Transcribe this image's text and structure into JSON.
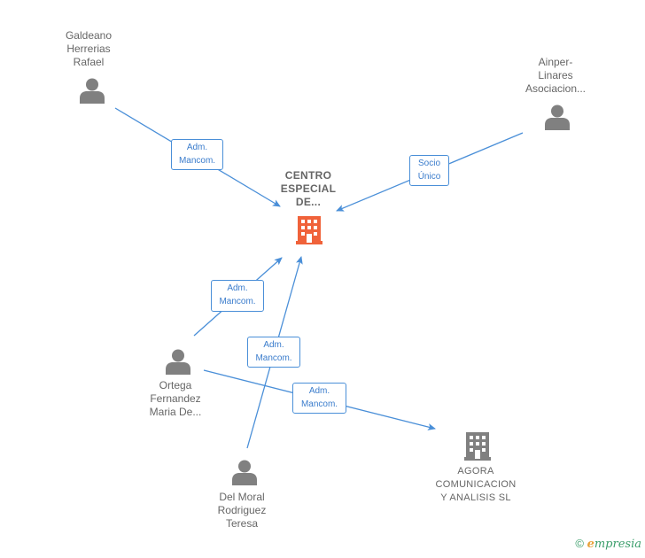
{
  "nodes": {
    "center": {
      "label_lines": [
        "CENTRO",
        "ESPECIAL",
        "DE..."
      ],
      "icon": "building-icon",
      "color": "#f0623a"
    },
    "galdeano": {
      "label_lines": [
        "Galdeano",
        "Herrerias",
        "Rafael"
      ],
      "icon": "person-icon"
    },
    "ainper": {
      "label_lines": [
        "Ainper-",
        "Linares",
        "Asociacion..."
      ],
      "icon": "person-icon"
    },
    "ortega": {
      "label_lines": [
        "Ortega",
        "Fernandez",
        "Maria De..."
      ],
      "icon": "person-icon"
    },
    "delmoral": {
      "label_lines": [
        "Del Moral",
        "Rodriguez",
        "Teresa"
      ],
      "icon": "person-icon"
    },
    "agora": {
      "label_lines": [
        "AGORA",
        "COMUNICACION",
        "Y ANALISIS SL"
      ],
      "icon": "building-icon",
      "color": "#808080"
    }
  },
  "edges": [
    {
      "from": "galdeano",
      "to": "center",
      "label_lines": [
        "Adm.",
        "Mancom."
      ]
    },
    {
      "from": "ainper",
      "to": "center",
      "label_lines": [
        "Socio",
        "Único"
      ]
    },
    {
      "from": "ortega",
      "to": "center",
      "label_lines": [
        "Adm.",
        "Mancom."
      ]
    },
    {
      "from": "delmoral",
      "to": "center",
      "label_lines": [
        "Adm.",
        "Mancom."
      ]
    },
    {
      "from": "ortega",
      "to": "agora",
      "label_lines": [
        "Adm.",
        "Mancom."
      ]
    }
  ],
  "colors": {
    "edge": "#4a8fd8",
    "person": "#808080"
  },
  "watermark": {
    "copyright": "©",
    "brand_first": "e",
    "brand_rest": "mpresia"
  }
}
